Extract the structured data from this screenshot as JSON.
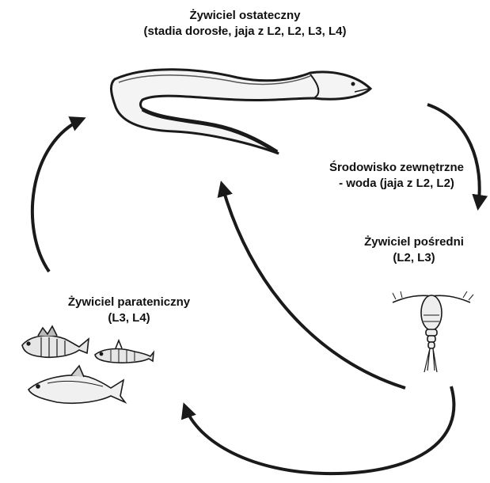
{
  "labels": {
    "final_host": {
      "line1": "Żywiciel ostateczny",
      "line2": "(stadia dorosłe, jaja z L2, L2, L3, L4)"
    },
    "environment": {
      "line1": "Środowisko zewnętrzne",
      "line2": "- woda (jaja z L2, L2)"
    },
    "intermediate_host": {
      "line1": "Żywiciel pośredni",
      "line2": "(L2, L3)"
    },
    "paratenic_host": {
      "line1": "Żywiciel parateniczny",
      "line2": "(L3, L4)"
    }
  },
  "icons": {
    "final_host": "eel-icon",
    "intermediate_host": "copepod-icon",
    "paratenic_host": [
      "perch-icon",
      "stickleback-icon",
      "bream-icon"
    ]
  },
  "colors": {
    "ink": "#1a1a1a",
    "fill": "#f2f2f2"
  }
}
